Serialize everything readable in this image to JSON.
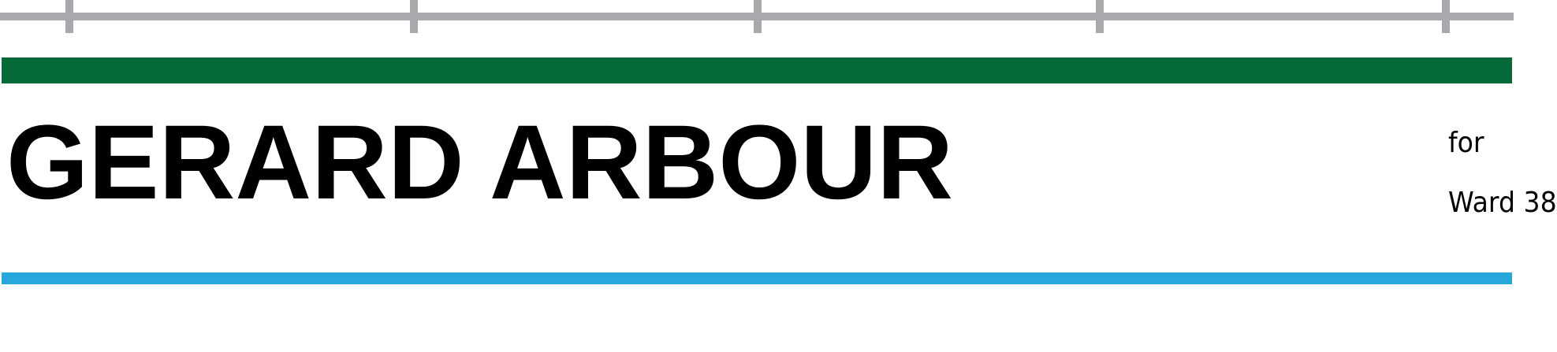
{
  "candidate": {
    "name": "GERARD ARBOUR",
    "for_text": "for",
    "ward_text": "Ward 38"
  },
  "colors": {
    "rail_gray": "#a9a8ad",
    "band_green": "#066938",
    "band_blue": "#27a8dc",
    "text": "#000000",
    "background": "#ffffff"
  }
}
